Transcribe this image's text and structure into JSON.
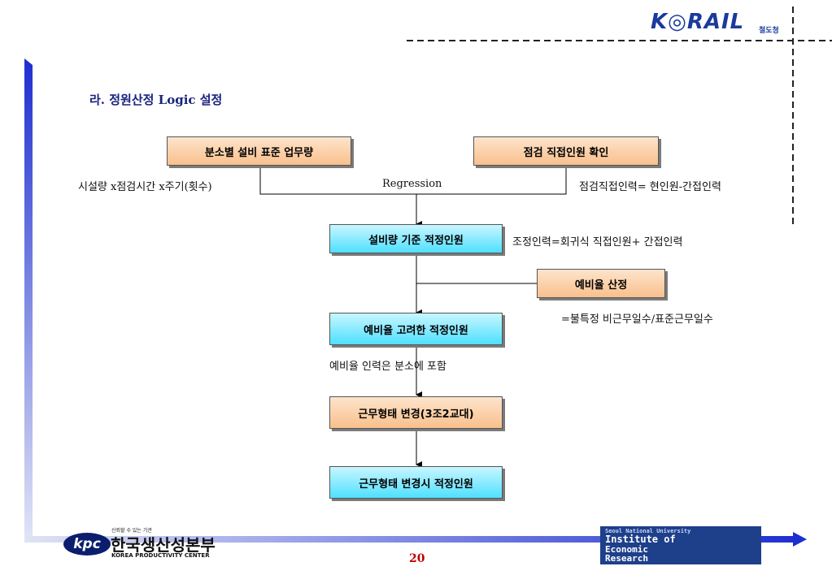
{
  "header": {
    "logo_text": "K◎RAIL",
    "logo_sub": "철도청"
  },
  "section_title": "라. 정원산정 Logic 설정",
  "boxes": {
    "work_volume": "분소별 설비 표준 업무량",
    "inspection_staff": "점검 직접인원 확인",
    "facility_staff": "설비량 기준 적정인원",
    "reserve_rate": "예비율 산정",
    "reserve_staff": "예비율 고려한 적정인원",
    "shift_change": "근무형태 변경(3조2교대)",
    "final_staff": "근무형태 변경시 적정인원"
  },
  "labels": {
    "left_formula": "시설량 x점검시간 x주기(횟수)",
    "regression": "Regression",
    "right_formula": "점검직접인력= 현인원-간접인력",
    "adjust_formula": "조정인력=회귀식 직접인원+ 간접인력",
    "reserve_formula": "=불특정 비근무일수/표준근무일수",
    "reserve_note": "예비율 인력은 분소에 포함"
  },
  "footer": {
    "kpc_logo": "kpc",
    "kpc_tagline": "신뢰할 수 있는 기관",
    "kpc_name": "한국생산성본부",
    "kpc_english": "KOREA PRODUCTIVITY CENTER",
    "page_number": "20",
    "institute_top": "Seoul National University",
    "institute_lines": [
      "Institute of",
      "Economic",
      "Research"
    ]
  },
  "colors": {
    "orange_box": "#f9c08c",
    "cyan_box": "#4fe0ff",
    "accent_blue": "#1a3a9c",
    "page_number": "#c00000"
  }
}
